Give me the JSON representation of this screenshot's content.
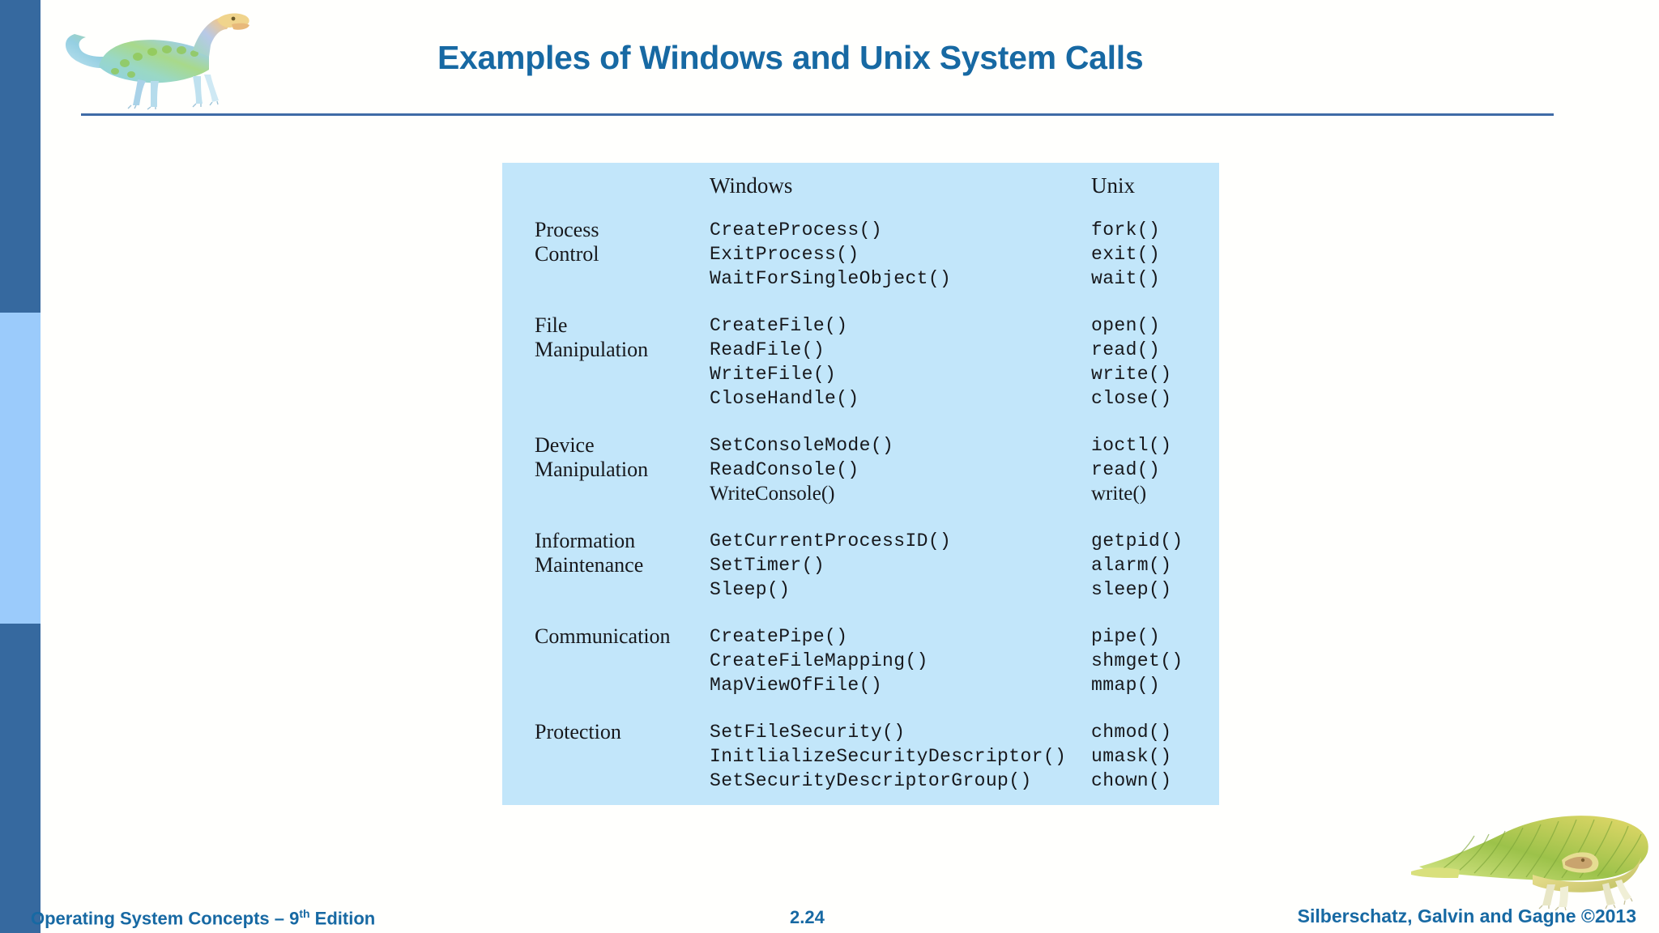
{
  "slide": {
    "title": "Examples of Windows and  Unix System Calls",
    "title_color": "#1769a3",
    "rule_color": "#3f6ba6",
    "background": "#fffffd"
  },
  "sidebar": {
    "bands": [
      {
        "name": "band-top",
        "color": "#36699f"
      },
      {
        "name": "band-middle",
        "color": "#9bcbfb"
      },
      {
        "name": "band-bottom",
        "color": "#36699f"
      }
    ]
  },
  "decorations": {
    "top_left_icon": "dinosaur-icon",
    "bottom_right_icon": "dimetrodon-icon"
  },
  "table": {
    "panel_color": "#c2e6fa",
    "headers": {
      "windows": "Windows",
      "unix": "Unix"
    },
    "rows": [
      {
        "category": "Process\nControl",
        "category_lines": [
          "Process",
          "Control"
        ],
        "windows": [
          "CreateProcess()",
          "ExitProcess()",
          "WaitForSingleObject()"
        ],
        "unix": [
          "fork()",
          "exit()",
          "wait()"
        ]
      },
      {
        "category": "File\nManipulation",
        "category_lines": [
          "File",
          "Manipulation"
        ],
        "windows": [
          "CreateFile()",
          "ReadFile()",
          "WriteFile()",
          "CloseHandle()"
        ],
        "unix": [
          "open()",
          "read()",
          "write()",
          "close()"
        ]
      },
      {
        "category": "Device\nManipulation",
        "category_lines": [
          "Device",
          "Manipulation"
        ],
        "windows": [
          "SetConsoleMode()",
          "ReadConsole()",
          "WriteConsole()"
        ],
        "unix": [
          "ioctl()",
          "read()",
          "write()"
        ]
      },
      {
        "category": "Information\nMaintenance",
        "category_lines": [
          "Information",
          "Maintenance"
        ],
        "windows": [
          "GetCurrentProcessID()",
          "SetTimer()",
          "Sleep()"
        ],
        "unix": [
          "getpid()",
          "alarm()",
          "sleep()"
        ]
      },
      {
        "category": "Communication",
        "category_lines": [
          "Communication"
        ],
        "windows": [
          "CreatePipe()",
          "CreateFileMapping()",
          "MapViewOfFile()"
        ],
        "unix": [
          "pipe()",
          "shmget()",
          "mmap()"
        ]
      },
      {
        "category": "Protection",
        "category_lines": [
          "Protection"
        ],
        "windows": [
          "SetFileSecurity()",
          "InitlializeSecurityDescriptor()",
          "SetSecurityDescriptorGroup()"
        ],
        "unix": [
          "chmod()",
          "umask()",
          "chown()"
        ]
      }
    ]
  },
  "footer": {
    "book_prefix": "Operating System Concepts – 9",
    "book_sup": "th",
    "book_suffix": " Edition",
    "page_number": "2.24",
    "copyright": "Silberschatz, Galvin and Gagne ©2013"
  }
}
